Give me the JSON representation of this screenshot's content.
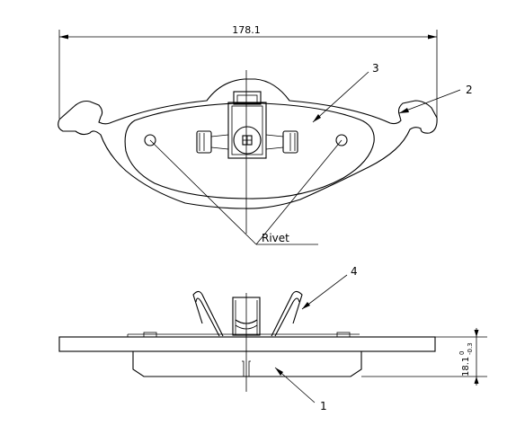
{
  "drawing": {
    "overall_width": "178.1",
    "thickness_value": "18.1",
    "thickness_tol_upper": "0",
    "thickness_tol_lower": "-0.3",
    "rivet_label": "Rivet",
    "callouts": [
      "1",
      "2",
      "3",
      "4"
    ]
  }
}
